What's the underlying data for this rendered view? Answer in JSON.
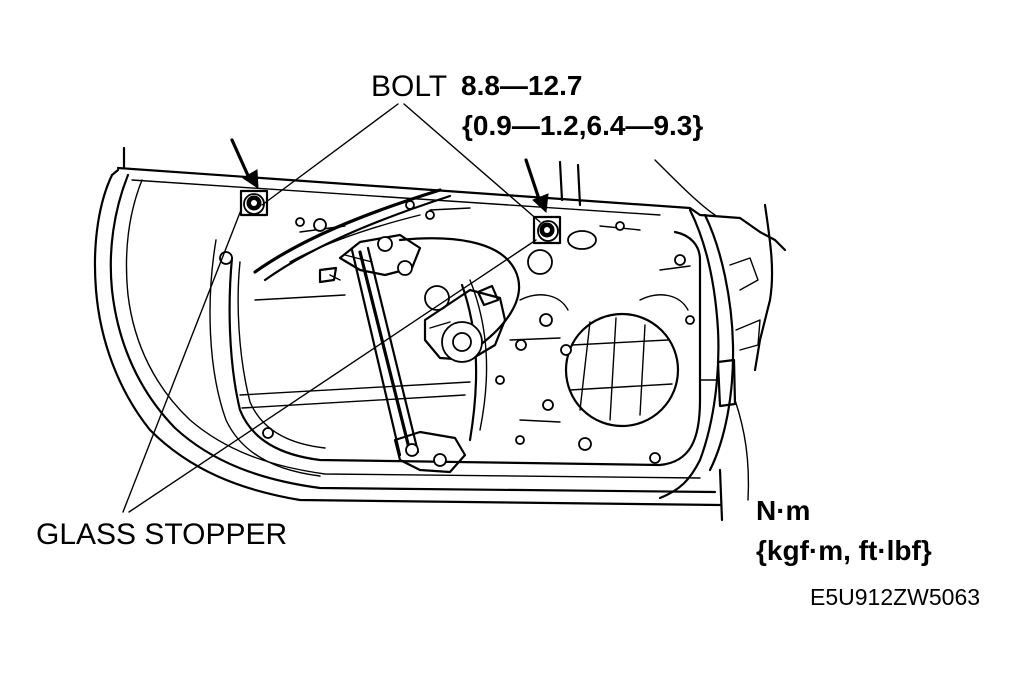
{
  "labels": {
    "bolt": "BOLT",
    "torque_line1": "8.8—12.7",
    "torque_line2": "{0.9—1.2,6.4—9.3}",
    "glass_stopper": "GLASS STOPPER",
    "unit_line1": "N·m",
    "unit_line2": "{kgf·m, ft·lbf}",
    "figure_id": "E5U912ZW5063"
  }
}
